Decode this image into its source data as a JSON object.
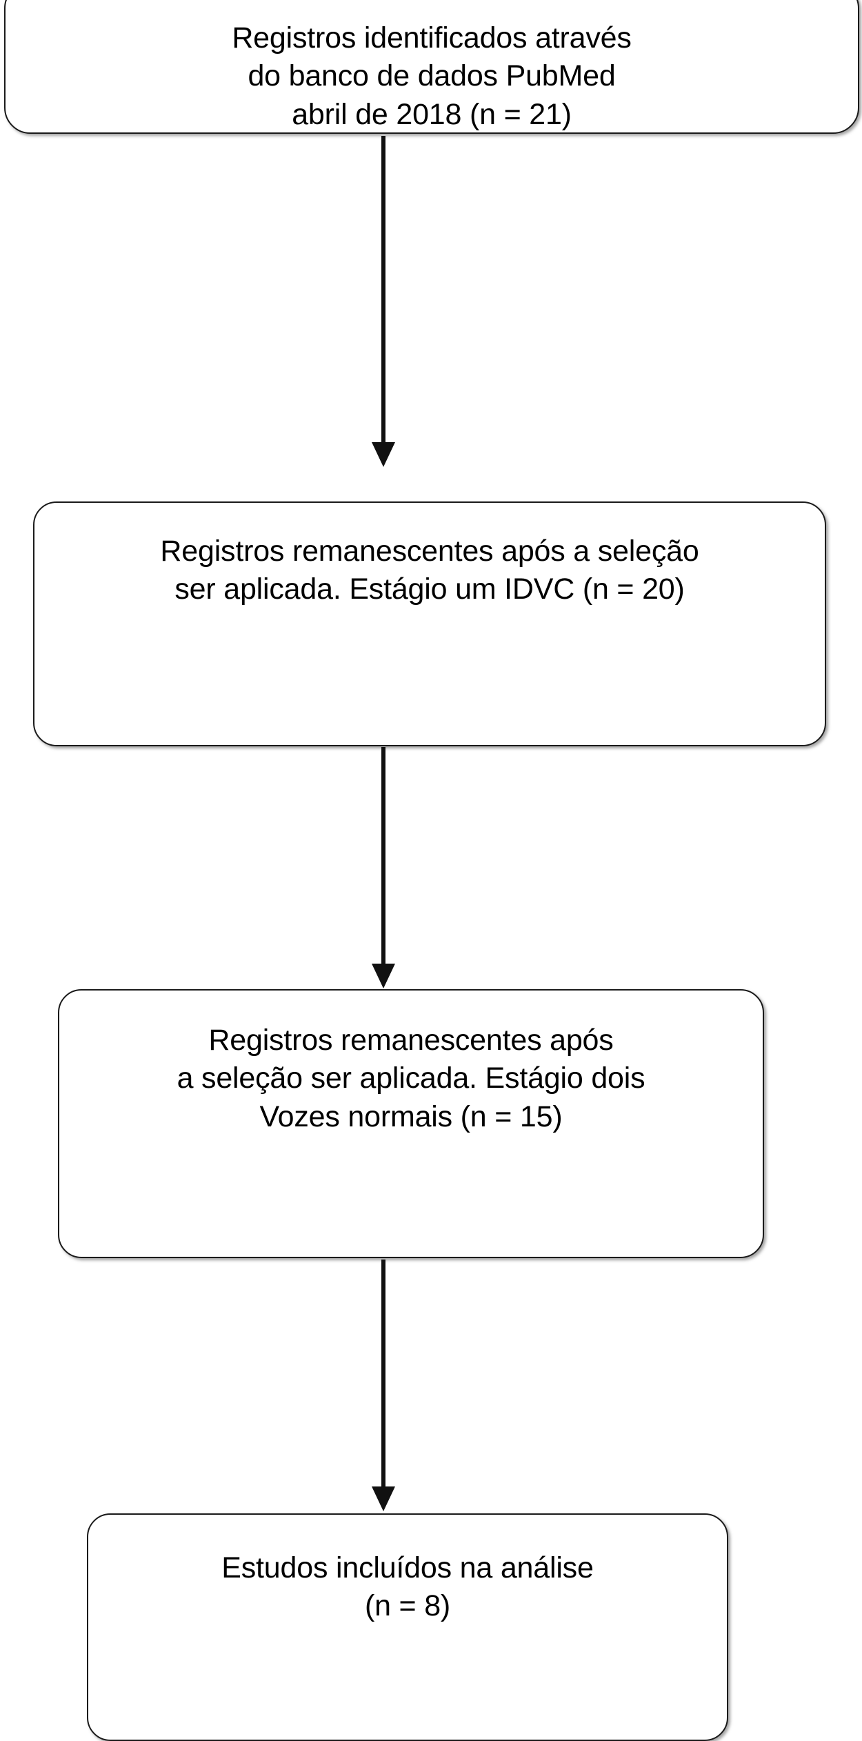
{
  "diagram": {
    "type": "prisma-flow-diagram",
    "language": "pt-BR",
    "orientation": "vertical",
    "colors": {
      "background": "#ffffff",
      "box_border": "#1a1a1a",
      "box_fill": "#ffffff",
      "arrow": "#111111",
      "text": "#000000",
      "shadow": "#5a5a5a"
    },
    "nodes": [
      {
        "id": "identified",
        "name": "records-identified",
        "text": "Registros identificados através\ndo banco de dados PubMed\nabril de 2018 (n = 21)",
        "lines": [
          "Registros identificados através",
          "do banco de dados PubMed",
          "abril de 2018 (n = 21)"
        ],
        "count_label": "n = 21",
        "count": 21,
        "source": "PubMed",
        "date": "abril de 2018"
      },
      {
        "id": "stage-one",
        "name": "records-after-screening-stage-one",
        "text": "Registros remanescentes após a seleção\nser aplicada. Estágio um IDVC (n = 20)",
        "lines": [
          "Registros remanescentes após a seleção",
          "ser aplicada. Estágio um IDVC (n = 20)"
        ],
        "count_label": "n = 20",
        "count": 20,
        "stage": "Estágio um",
        "criterion": "IDVC"
      },
      {
        "id": "stage-two",
        "name": "records-after-screening-stage-two",
        "text": "Registros remanescentes após\na seleção ser aplicada. Estágio dois\nVozes normais (n = 15)",
        "lines": [
          "Registros remanescentes após",
          "a seleção ser aplicada. Estágio dois",
          "Vozes normais (n = 15)"
        ],
        "count_label": "n = 15",
        "count": 15,
        "stage": "Estágio dois",
        "criterion": "Vozes normais"
      },
      {
        "id": "included",
        "name": "studies-included-in-analysis",
        "text": "Estudos incluídos na análise\n(n = 8)",
        "lines": [
          "Estudos incluídos na análise",
          "(n = 8)"
        ],
        "count_label": "n = 8",
        "count": 8
      }
    ],
    "connectors": [
      {
        "id": "arrow-1",
        "from": "identified",
        "to": "stage-one",
        "glyph": "down-arrow"
      },
      {
        "id": "arrow-2",
        "from": "stage-one",
        "to": "stage-two",
        "glyph": "down-arrow"
      },
      {
        "id": "arrow-3",
        "from": "stage-two",
        "to": "included",
        "glyph": "down-arrow"
      }
    ]
  }
}
